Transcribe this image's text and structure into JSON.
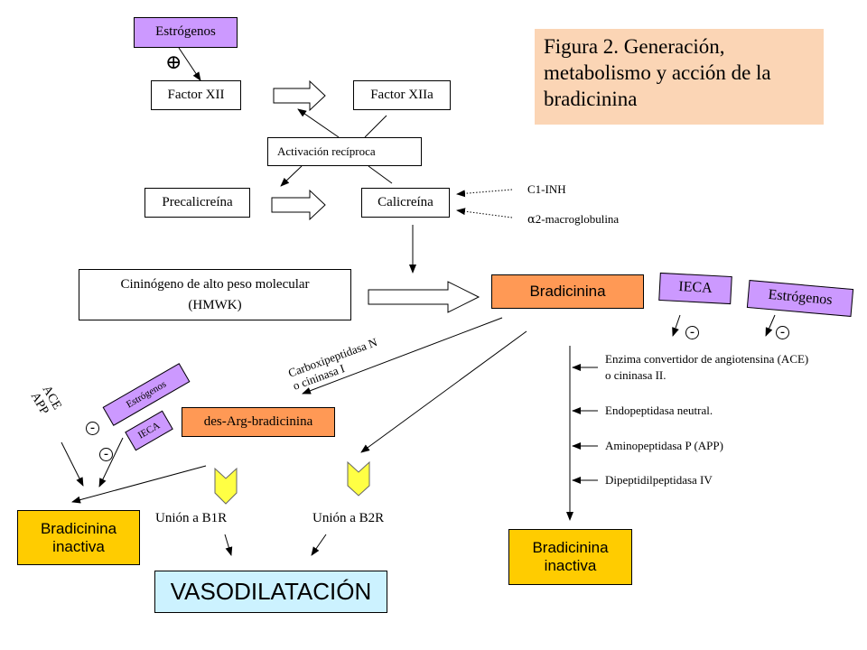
{
  "title": "Figura 2. Generación, metabolismo y acción de la bradicinina",
  "nodes": {
    "estrogenos_top": "Estrógenos",
    "plus_sign": "⊕",
    "factor_xii": "Factor XII",
    "factor_xiia": "Factor XIIa",
    "activacion_reciproca": "Activación recíproca",
    "precalicreina": "Precalicreína",
    "calicreina": "Calicreína",
    "c1_inh": "C1-INH",
    "alpha_sym": "α",
    "alpha2_text": "2-macroglobulina",
    "hmwk_line1": "Cininógeno de alto peso molecular",
    "hmwk_line2": "(HMWK)",
    "bradicinina": "Bradicinina",
    "ieca_right": "IECA",
    "estrogenos_right": "Estrógenos",
    "minus": "-",
    "carboxipeptidasa_line1": "Carboxipeptidasa N",
    "carboxipeptidasa_line2": "o cininasa I",
    "des_arg": "des-Arg-bradicinina",
    "estrogenos_left": "Estrógenos",
    "ieca_left": "IECA",
    "ace_label": "ACE",
    "app_label": "APP",
    "bradicinina_inactiva_left_1": "Bradicinina",
    "bradicinina_inactiva_left_2": "inactiva",
    "union_b1r": "Unión a B1R",
    "union_b2r": "Unión a B2R",
    "vasodilatacion": "VASODILATACIÓN",
    "enzyme_ace_line1": "Enzima convertidor de angiotensina (ACE)",
    "enzyme_ace_line2": "o cininasa II.",
    "enzyme_endo": "Endopeptidasa neutral.",
    "enzyme_amino": "Aminopeptidasa P (APP)",
    "enzyme_dipep": "Dipeptidilpeptidasa IV",
    "bradicinina_inactiva_right_1": "Bradicinina",
    "bradicinina_inactiva_right_2": "inactiva"
  },
  "colors": {
    "purple": "#cc99ff",
    "orange": "#ff9955",
    "gold": "#ffcc00",
    "peach": "#fbd5b5",
    "cyan": "#ccf2ff",
    "chevron": "#ffff44"
  }
}
